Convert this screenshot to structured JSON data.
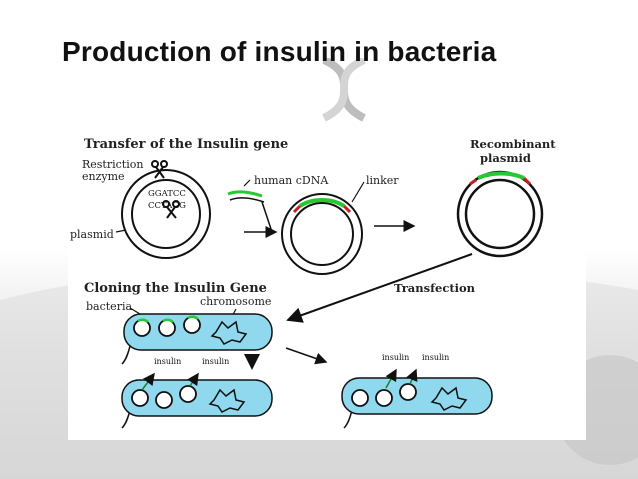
{
  "slide": {
    "title": "Production of insulin in bacteria"
  },
  "colors": {
    "cell_fill": "#8fd8ee",
    "gene_green": "#28c832",
    "sticky_red": "#c81e1e",
    "arrow": "#111111"
  },
  "transfer": {
    "heading": "Transfer of the Insulin gene",
    "restriction_label": "Restriction",
    "enzyme_label": "enzyme",
    "seq_top": "GGATCC",
    "seq_bottom": "CCTAGG",
    "plasmid_label": "plasmid",
    "human_cdna_label": "human cDNA",
    "linker_label": "linker",
    "recombinant_label_1": "Recombinant",
    "recombinant_label_2": "plasmid"
  },
  "cloning": {
    "heading": "Cloning the Insulin Gene",
    "bacteria_label": "bacteria",
    "chromosome_label": "chromosome",
    "transfection_label": "Transfection",
    "insulin_label": "insulin"
  }
}
